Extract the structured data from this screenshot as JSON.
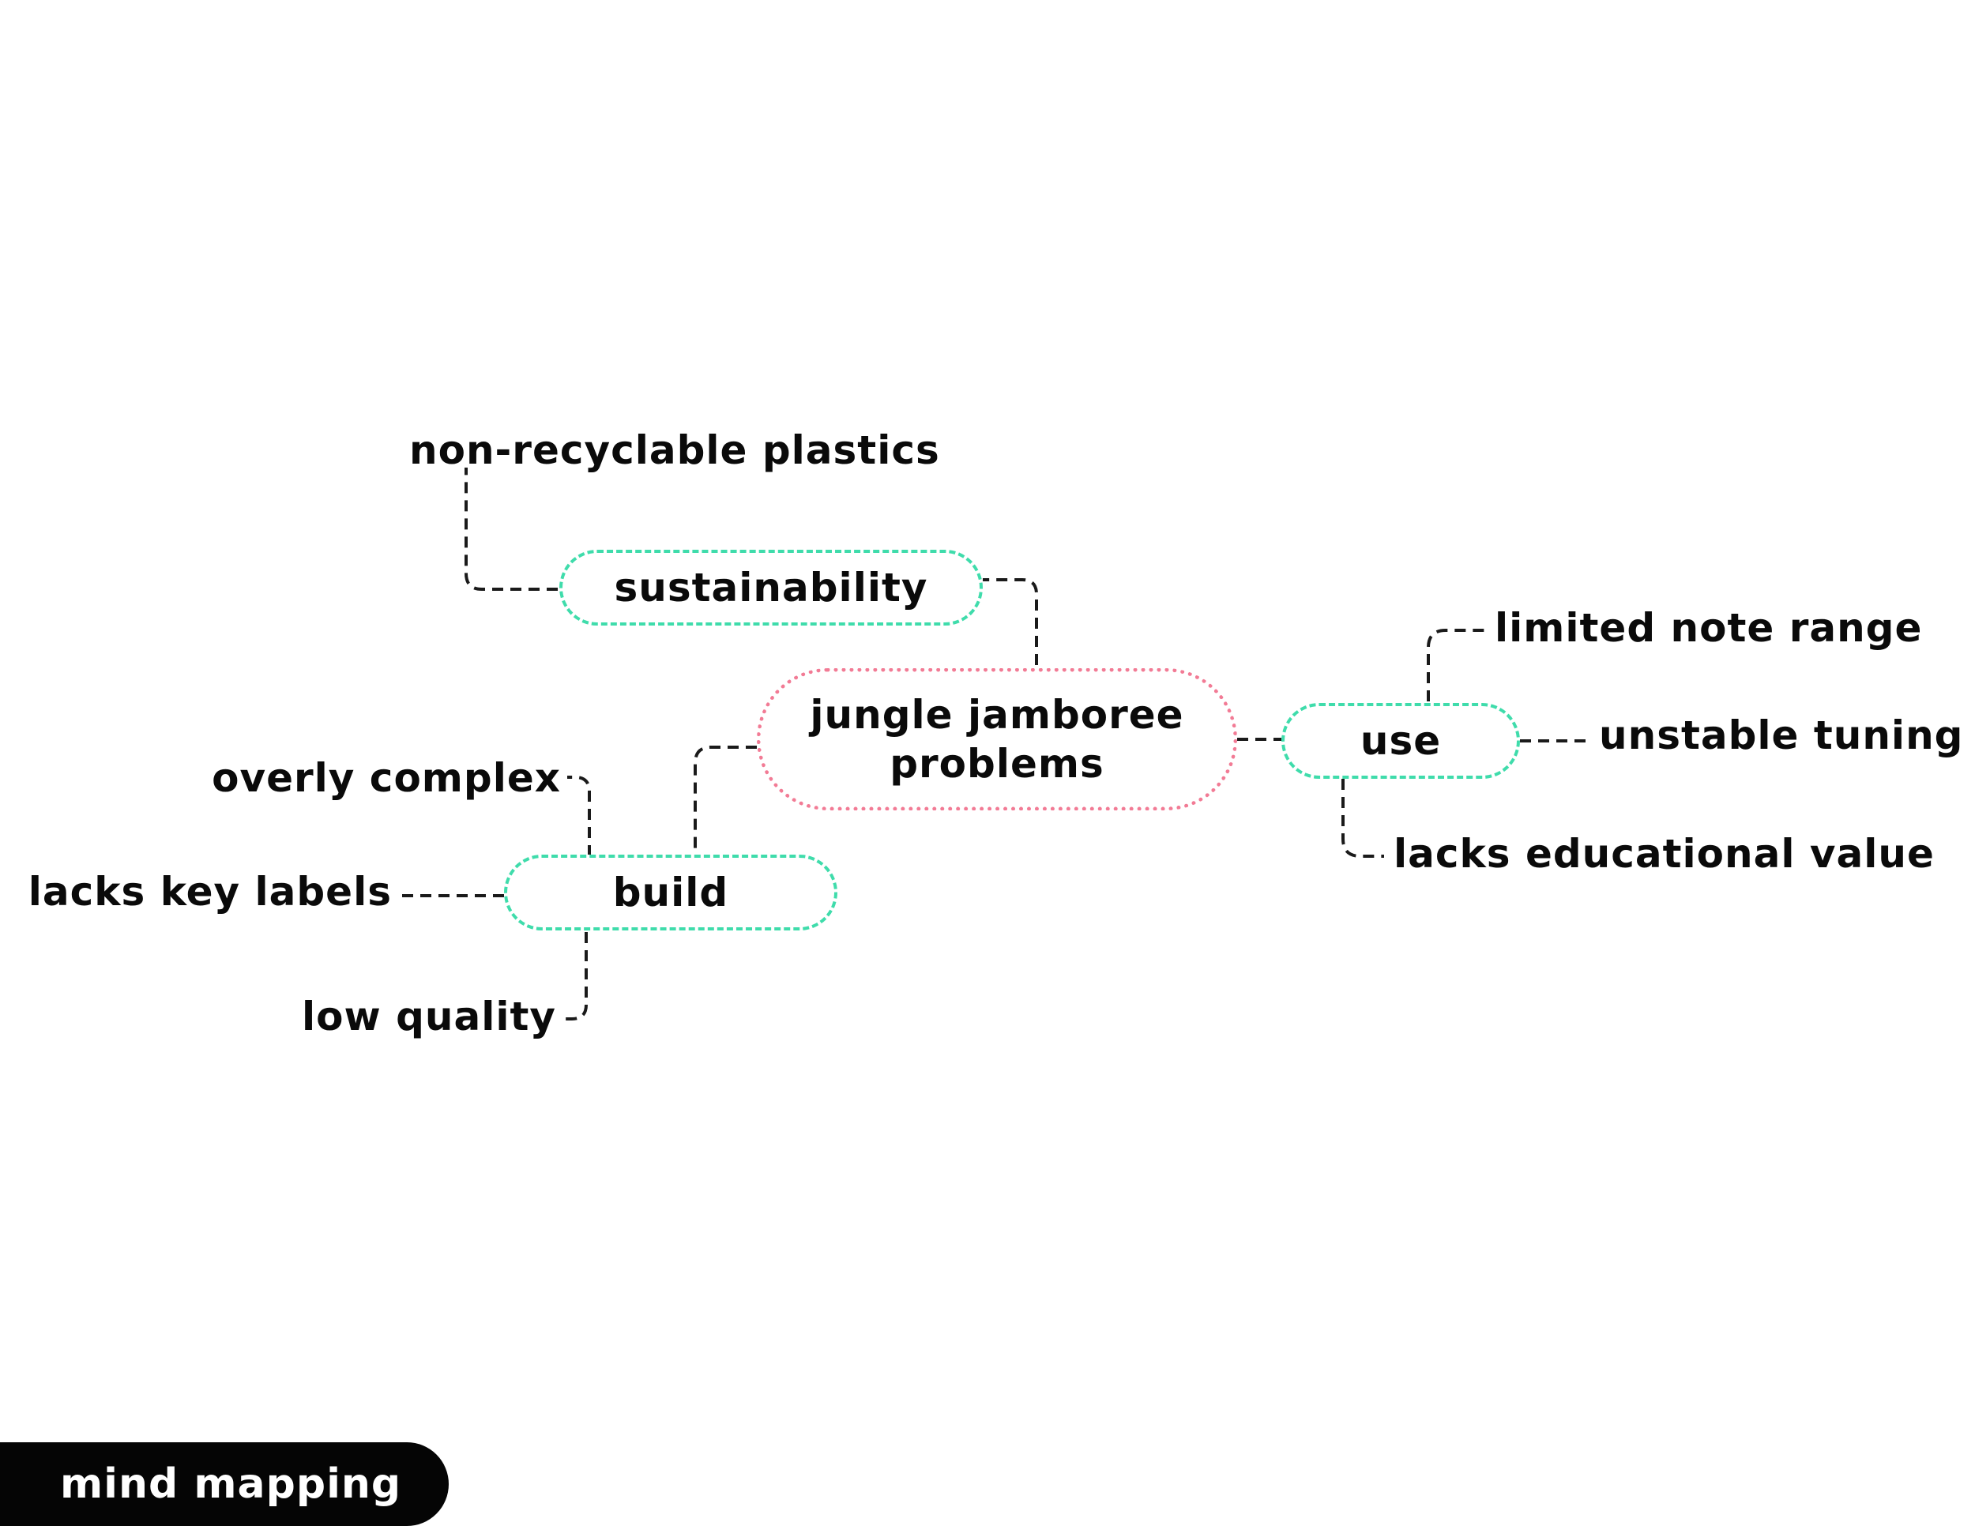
{
  "diagram": {
    "root": {
      "line1": "jungle jamboree",
      "line2": "problems"
    },
    "branches": {
      "sustainability": {
        "label": "sustainability",
        "leaves": [
          "non-recyclable plastics"
        ]
      },
      "build": {
        "label": "build",
        "leaves": [
          "overly complex",
          "lacks key labels",
          "low quality"
        ]
      },
      "use": {
        "label": "use",
        "leaves": [
          "limited note range",
          "unstable tuning",
          "lacks educational value"
        ]
      }
    },
    "colors": {
      "root_border": "#f27b95",
      "branch_border": "#3fdcab",
      "connector": "#1a1a1a",
      "footer_background": "#050505",
      "footer_text": "#ffffff"
    }
  },
  "footer": {
    "label": "mind mapping"
  }
}
